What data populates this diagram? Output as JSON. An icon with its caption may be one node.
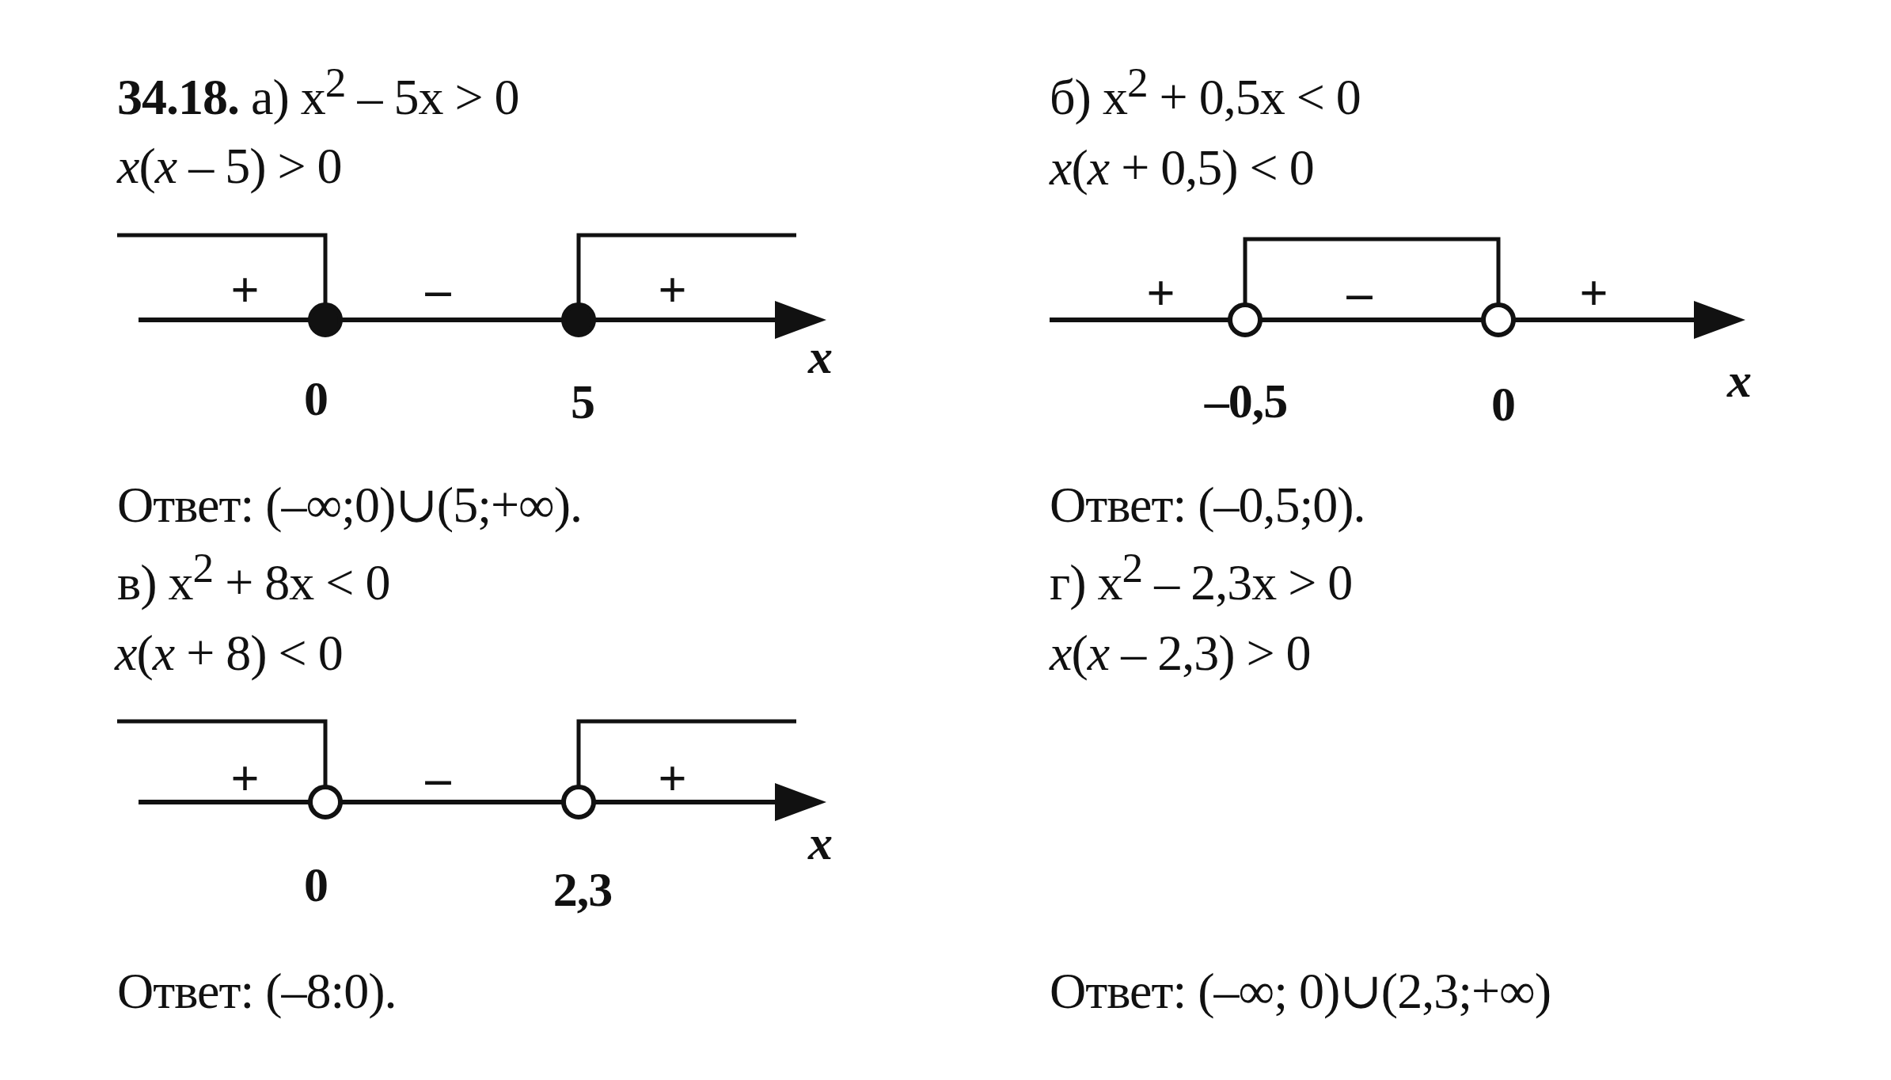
{
  "diagram": {
    "labels": [
      "**34.18.** а) x$^{2}$ – 5x > 0",
      "б) x$^{2}$ + 0,5x < 0",
      "*x*(*x* – 5) > 0",
      "*x*(*x* + 0,5) < 0",
      "+",
      "–",
      "+",
      "x",
      "0",
      "5",
      "+",
      "–",
      "+",
      "x",
      "–0,5",
      "0",
      "Ответ: (–∞;0)∪(5;+∞).",
      "Ответ: (–0,5;0).",
      "в) x$^{2}$ + 8x < 0",
      "г) x$^{2}$ – 2,3x > 0",
      "*x*(*x* + 8) < 0",
      "*x*(*x* – 2,3) > 0",
      "+",
      "–",
      "+",
      "x",
      "0",
      "2,3",
      "Ответ: (–8:0).",
      "Ответ: (–∞; 0)∪(2,3;+∞)"
    ]
  }
}
